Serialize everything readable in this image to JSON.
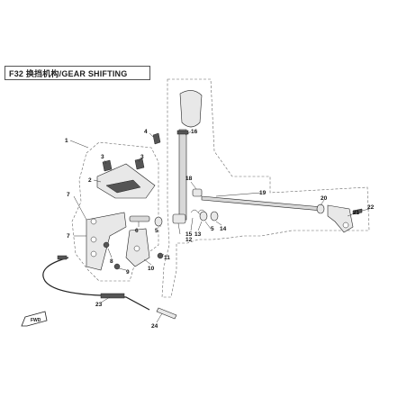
{
  "title": {
    "code": "F32",
    "name": "换挡机构/GEAR SHIFTING"
  },
  "callouts": [
    "1",
    "2",
    "3",
    "4",
    "5",
    "6",
    "7",
    "8",
    "9",
    "10",
    "11",
    "12",
    "13",
    "14",
    "15",
    "16",
    "18",
    "19",
    "20",
    "21",
    "22",
    "23",
    "24"
  ],
  "front_marker": "FWD"
}
